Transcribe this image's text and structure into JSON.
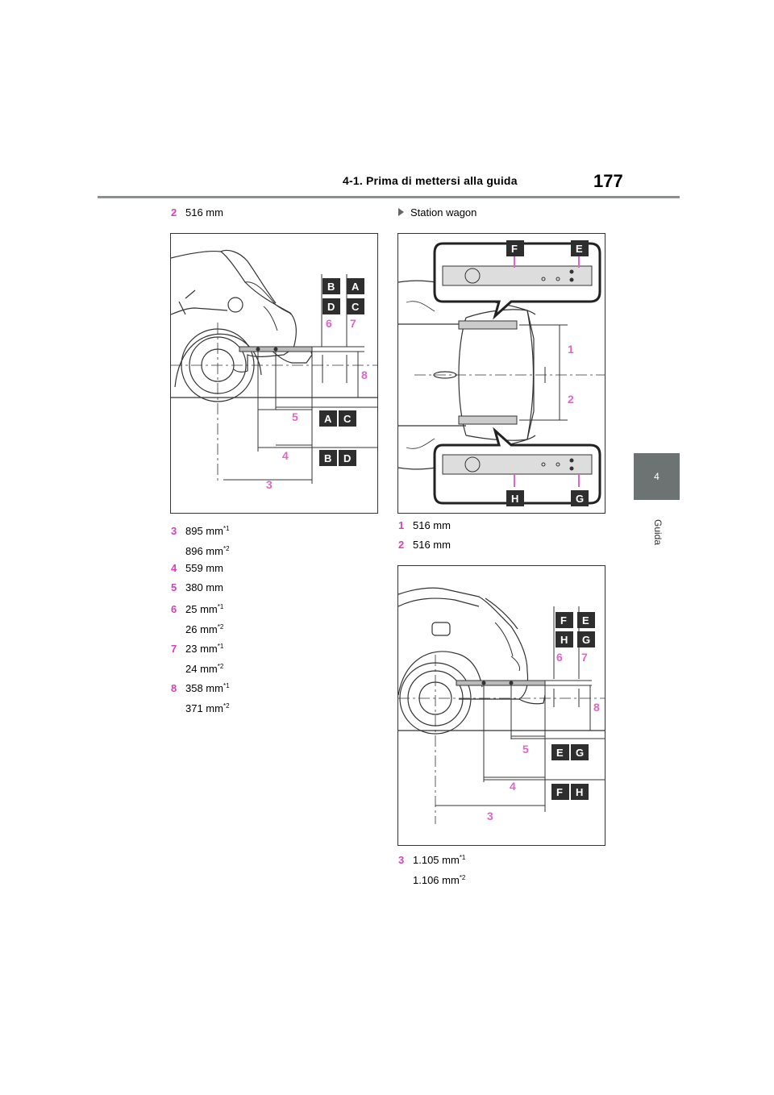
{
  "header": {
    "section_title": "4-1. Prima di mettersi alla guida",
    "page_number": "177"
  },
  "chapter_tab": {
    "number": "4",
    "label": "Guida"
  },
  "left_column": {
    "item2": {
      "number": "2",
      "value": "516 mm"
    },
    "item3": {
      "number": "3",
      "value1": "895 mm",
      "note1": "*1",
      "value2": "896 mm",
      "note2": "*2"
    },
    "item4": {
      "number": "4",
      "value": "559 mm"
    },
    "item5": {
      "number": "5",
      "value": "380 mm"
    },
    "item6": {
      "number": "6",
      "value1": "25 mm",
      "note1": "*1",
      "value2": "26 mm",
      "note2": "*2"
    },
    "item7": {
      "number": "7",
      "value1": "23 mm",
      "note1": "*1",
      "value2": "24 mm",
      "note2": "*2"
    },
    "item8": {
      "number": "8",
      "value1": "358 mm",
      "note1": "*1",
      "value2": "371 mm",
      "note2": "*2"
    }
  },
  "right_column": {
    "subheading": "Station wagon",
    "item1": {
      "number": "1",
      "value": "516 mm"
    },
    "item2": {
      "number": "2",
      "value": "516 mm"
    },
    "item3": {
      "number": "3",
      "value1": "1.105 mm",
      "note1": "*1",
      "value2": "1.106 mm",
      "note2": "*2"
    }
  },
  "figure_left": {
    "callouts": [
      "B",
      "A",
      "D",
      "C",
      "A",
      "C",
      "B",
      "D"
    ],
    "dimension_labels": [
      "6",
      "7",
      "8",
      "5",
      "4",
      "3"
    ]
  },
  "figure_right_top": {
    "callouts": [
      "F",
      "E",
      "H",
      "G"
    ],
    "dimension_labels": [
      "1",
      "2"
    ]
  },
  "figure_right_bottom": {
    "callouts": [
      "F",
      "E",
      "H",
      "G",
      "E",
      "G",
      "F",
      "H"
    ],
    "dimension_labels": [
      "6",
      "7",
      "8",
      "5",
      "4",
      "3"
    ]
  },
  "colors": {
    "accent_pink": "#d63fbd",
    "tab_gray": "#6d7373",
    "rule_gray": "#8a8f91"
  }
}
